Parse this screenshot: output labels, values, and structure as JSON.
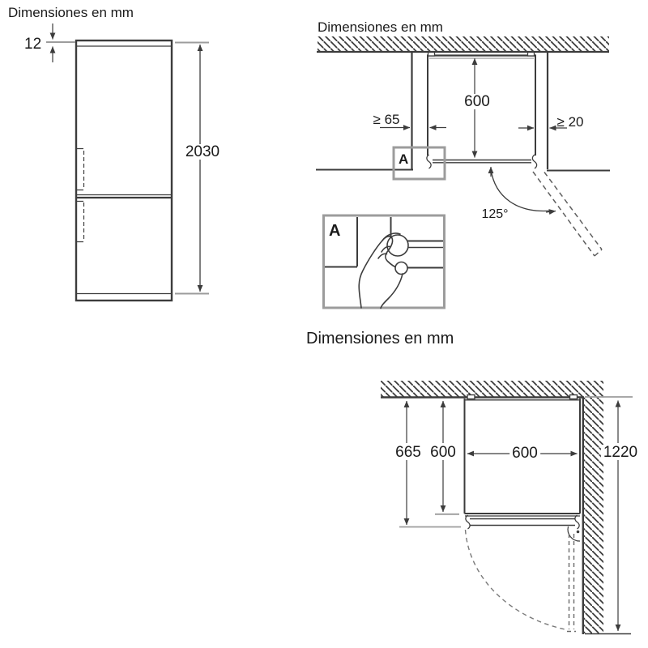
{
  "document": {
    "type": "appliance installation dimension drawing",
    "unit_note": "Dimensiones en mm"
  },
  "colors": {
    "line": "#3c3c3c",
    "dim_gray": "#9c9c9c",
    "detail_box_gray": "#9c9c9c",
    "text": "#1a1a1a",
    "background": "#ffffff"
  },
  "panels": {
    "front_view": {
      "title": "Dimensiones en mm",
      "dims": {
        "top_gap": "12",
        "height": "2030"
      }
    },
    "niche_top_view": {
      "title": "Dimensiones en mm",
      "dims": {
        "left_clearance": "≥ 65",
        "depth": "600",
        "right_clearance": "≥ 20",
        "door_angle": "125°"
      },
      "detail_label": "A",
      "detail_inset_label": "A"
    },
    "corner_top_view": {
      "title": "Dimensiones en mm",
      "dims": {
        "depth_with_door": "665",
        "depth_cabinet": "600",
        "width": "600",
        "wall_length": "1220"
      }
    }
  }
}
